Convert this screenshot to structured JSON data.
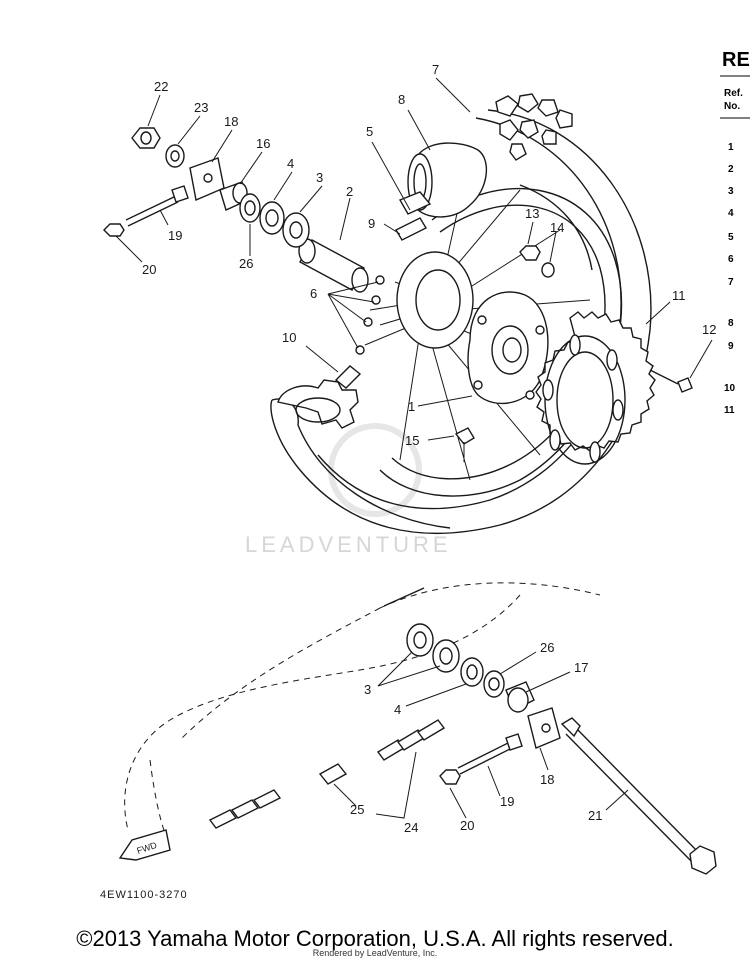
{
  "header": {
    "title": "RE",
    "ref_label": "Ref.",
    "no_label": "No."
  },
  "ref_numbers": [
    "1",
    "2",
    "3",
    "4",
    "5",
    "6",
    "7",
    "8",
    "9",
    "10",
    "11"
  ],
  "callouts_top": [
    "22",
    "23",
    "18",
    "16",
    "4",
    "3",
    "2",
    "8",
    "7",
    "5",
    "9",
    "13",
    "14",
    "6",
    "10",
    "1",
    "15",
    "11",
    "12",
    "19",
    "20",
    "26"
  ],
  "callouts_bottom": [
    "26",
    "17",
    "3",
    "4",
    "18",
    "19",
    "20",
    "25",
    "24",
    "21"
  ],
  "fwd_label": "FWD",
  "diagram_code": "4EW1100-3270",
  "watermark": "LEADVENTURE",
  "copyright": "©2013 Yamaha Motor Corporation, U.S.A. All rights reserved.",
  "rendered_by": "Rendered by LeadVenture, Inc."
}
